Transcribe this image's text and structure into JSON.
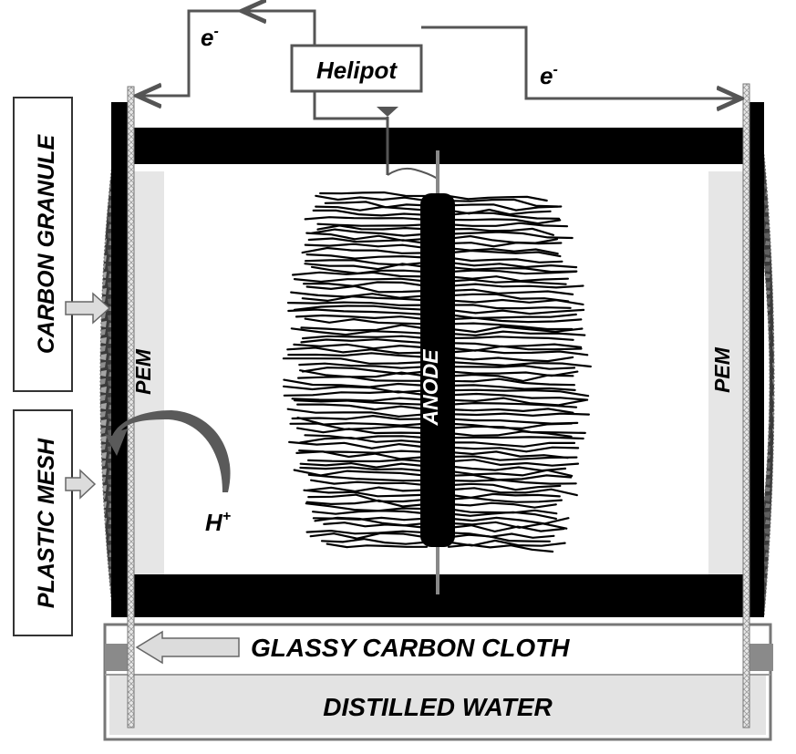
{
  "labels": {
    "helipot": "Helipot",
    "electron_left": "e",
    "electron_right": "e",
    "electron_sup": "-",
    "carbon_granule": "CARBON GRANULE",
    "plastic_mesh": "PLASTIC MESH",
    "pem_left": "PEM",
    "pem_right": "PEM",
    "anode": "ANODE",
    "proton": "H",
    "proton_sup": "+",
    "glassy_carbon_cloth": "GLASSY CARBON CLOTH",
    "distilled_water": "DISTILLED WATER"
  },
  "colors": {
    "frame": "#000000",
    "wire": "#555555",
    "pem_fill": "#e6e6e6",
    "water_fill": "#e3e3e3",
    "arrow_fill": "#dcdcdc",
    "granule_dark": "#2b2b2b",
    "granule_light": "#8c8c8c"
  }
}
